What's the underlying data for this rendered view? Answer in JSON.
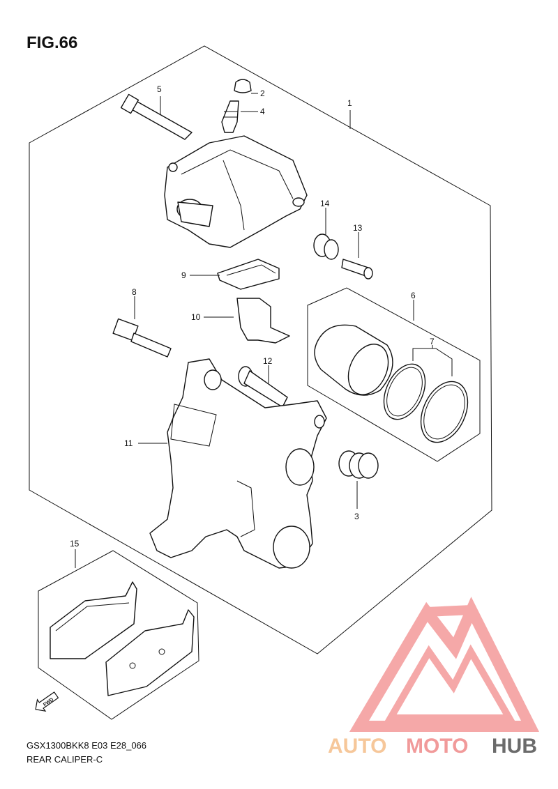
{
  "figure": {
    "title": "FIG.66",
    "model_code": "GSX1300BKK8 E03 E28_066",
    "assembly_name": "REAR CALIPER-C"
  },
  "callouts": [
    {
      "num": "1"
    },
    {
      "num": "2"
    },
    {
      "num": "3"
    },
    {
      "num": "4"
    },
    {
      "num": "5"
    },
    {
      "num": "6"
    },
    {
      "num": "7"
    },
    {
      "num": "8"
    },
    {
      "num": "9"
    },
    {
      "num": "10"
    },
    {
      "num": "11"
    },
    {
      "num": "12"
    },
    {
      "num": "13"
    },
    {
      "num": "14"
    },
    {
      "num": "15"
    }
  ],
  "direction_marker": "FWD",
  "watermark": {
    "text_part1": "AUTO",
    "text_part2": "MOTO",
    "text_part3": "HUB",
    "colors": {
      "auto": "#f6c79a",
      "moto": "#f19a9a",
      "hub": "#6b6b6b",
      "logo": "#f28c8c"
    }
  }
}
